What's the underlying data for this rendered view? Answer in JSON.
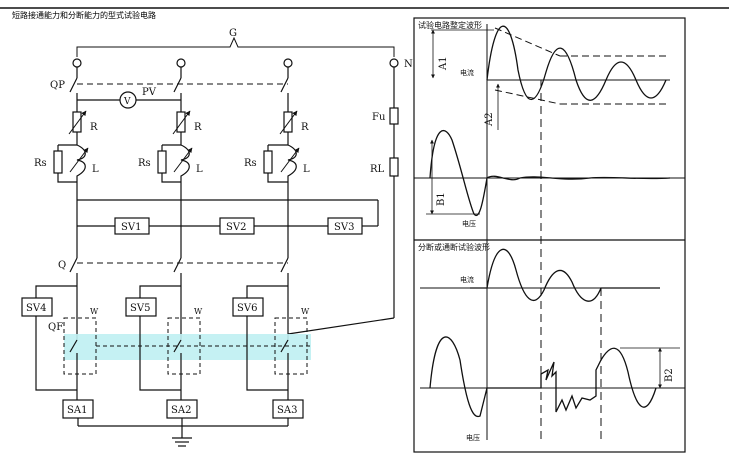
{
  "header": {
    "left_caption": "短路接通能力和分断能力的型式试验电路"
  },
  "circuit": {
    "bus_label": "G",
    "neutral_label": "N",
    "main_switch": "QP",
    "voltmeter_label": "PV",
    "voltmeter_symbol": "V",
    "resistor": "R",
    "shunt_resistor": "Rs",
    "inductor": "L",
    "fuse": "Fu",
    "load_resistor": "RL",
    "switch_q": "Q",
    "switch_qf": "QF",
    "winding": "W",
    "sv_top": [
      "SV1",
      "SV2",
      "SV3"
    ],
    "sv_side": [
      "SV4",
      "SV5",
      "SV6"
    ],
    "sa": [
      "SA1",
      "SA2",
      "SA3"
    ]
  },
  "panel_top": {
    "title": "试验电路整定波形",
    "current_label": "电流",
    "voltage_label": "电压",
    "a1": "A1",
    "a2": "A2",
    "b1": "B1"
  },
  "panel_bottom": {
    "title": "分断或通断试验波形",
    "current_label": "电流",
    "voltage_label": "电压",
    "b2": "B2"
  },
  "colors": {
    "highlight": "#bff0f2",
    "line": "#111111"
  }
}
